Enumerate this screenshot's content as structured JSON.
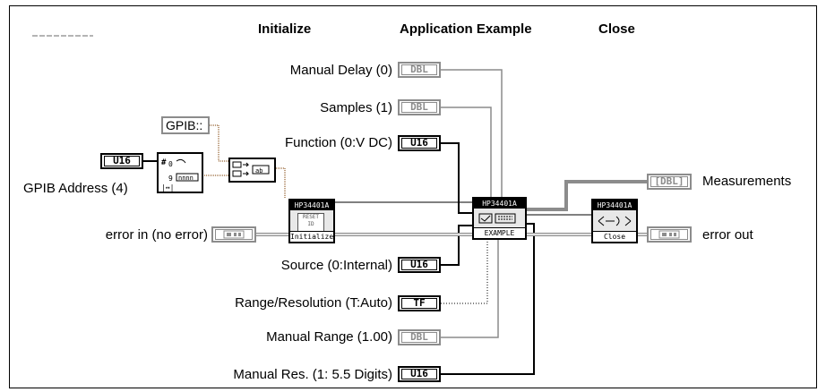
{
  "headers": {
    "initialize": "Initialize",
    "application_example": "Application Example",
    "close": "Close"
  },
  "inputs": {
    "manual_delay": "Manual Delay (0)",
    "samples": "Samples (1)",
    "function": "Function (0:V DC)",
    "gpib_address": "GPIB Address (4)",
    "error_in": "error in (no error)",
    "source": "Source (0:Internal)",
    "range_resolution": "Range/Resolution (T:Auto)",
    "manual_range": "Manual Range (1.00)",
    "manual_res": "Manual Res. (1: 5.5 Digits)"
  },
  "outputs": {
    "measurements": "Measurements",
    "error_out": "error out"
  },
  "constants": {
    "gpib_prefix": "GPIB::"
  },
  "terminal_types": {
    "dbl": "DBL",
    "u16": "U16",
    "tf": "TF",
    "dbl_array": "[DBL]"
  },
  "vis": {
    "initialize": {
      "header": "HP34401A",
      "footer": "Initialize",
      "icon_text": "RESET ID"
    },
    "example": {
      "header": "HP34401A",
      "footer": "EXAMPLE"
    },
    "close": {
      "header": "HP34401A",
      "footer": "Close"
    }
  },
  "colors": {
    "wire_numeric_int": "#000000",
    "wire_numeric_dbl": "#8c8c8c",
    "wire_string": "#a67c52",
    "wire_cluster": "#8c8c8c"
  }
}
